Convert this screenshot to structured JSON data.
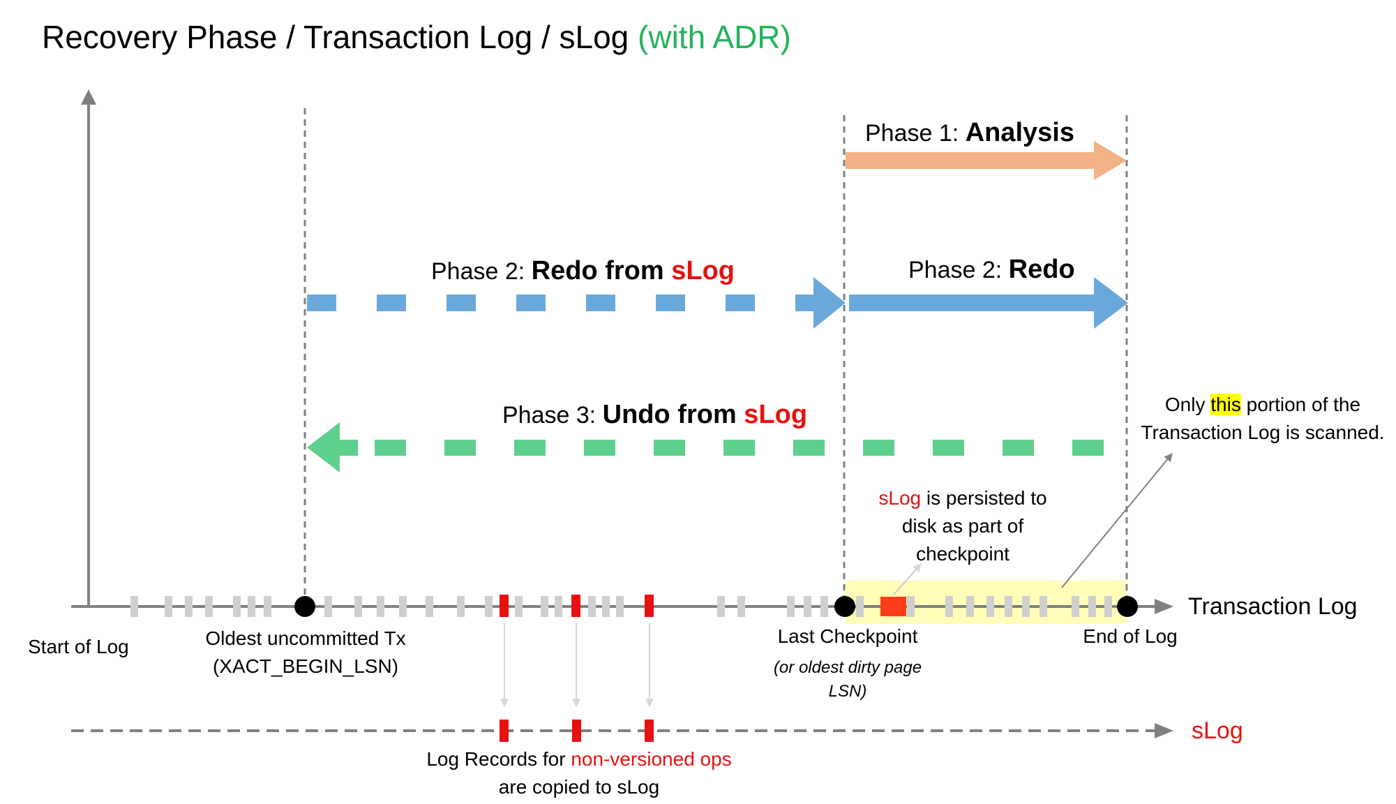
{
  "title": {
    "main": "Recovery Phase / Transaction Log / sLog",
    "highlight": "(with ADR)"
  },
  "colors": {
    "analysis_arrow": "#f2b285",
    "redo_arrow": "#6aa8dc",
    "undo_arrow": "#5fcf8e",
    "slog_red": "#e81010",
    "scanned_region": "#fffdb8",
    "axis": "#808080",
    "log_tick": "#d0d0d0"
  },
  "phases": {
    "analysis": {
      "prefix": "Phase 1: ",
      "name": "Analysis"
    },
    "redo_slog": {
      "prefix": "Phase 2: ",
      "name": "Redo from ",
      "slog": "sLog"
    },
    "redo": {
      "prefix": "Phase 2: ",
      "name": "Redo"
    },
    "undo_slog": {
      "prefix": "Phase 3: ",
      "name": "Undo from ",
      "slog": "sLog"
    }
  },
  "notes": {
    "scanned": {
      "part1": "Only ",
      "highlight": "this",
      "part2": " portion of the",
      "line2": "Transaction Log is scanned."
    },
    "slog_persisted": {
      "slog": "sLog",
      "line1_rest": " is persisted to",
      "line2": "disk as part of",
      "line3": "checkpoint"
    },
    "log_records": {
      "part1": "Log Records for ",
      "red": "non-versioned ops",
      "line2": "are copied to sLog"
    }
  },
  "axis_labels": {
    "transaction_log": "Transaction Log",
    "slog": "sLog",
    "start_of_log": "Start of Log",
    "oldest_tx_line1": "Oldest uncommitted Tx",
    "oldest_tx_line2": "(XACT_BEGIN_LSN)",
    "last_checkpoint": "Last Checkpoint",
    "dirty_page_line1": "(or oldest dirty page",
    "dirty_page_line2": "LSN)",
    "end_of_log": "End of Log"
  },
  "icons": {
    "axis_arrowhead": "triangle-arrowhead-icon",
    "log_point": "filled-circle-icon"
  }
}
